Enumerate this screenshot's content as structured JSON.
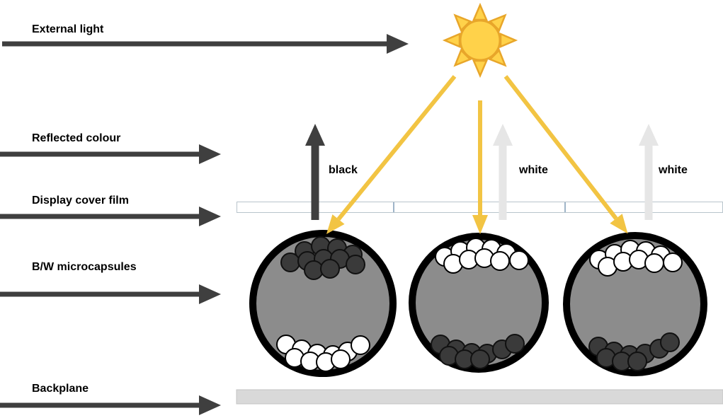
{
  "diagram": {
    "labels": {
      "external_light": "External light",
      "reflected_colour": "Reflected colour",
      "display_cover_film": "Display cover film",
      "bw_microcapsules": "B/W microcapsules",
      "backplane": "Backplane"
    },
    "annotations": {
      "capsule_1_reflection": "black",
      "capsule_2_reflection": "white",
      "capsule_3_reflection": "white"
    },
    "colors": {
      "label_arrow": "#3F3F3F",
      "sun_fill": "#FFD24A",
      "sun_outline": "#E8A62A",
      "light_ray_arrow": "#F2C443",
      "black_reflection_arrow": "#3F3F3F",
      "white_reflection_arrow": "#E6E6E6",
      "capsule_fill": "#8C8C8C",
      "capsule_outline": "#000000",
      "dark_particle": "#3A3A3A",
      "white_particle": "#FFFFFF",
      "film_fill": "#FFFFFF",
      "film_border": "#B8C4CC",
      "film_divider": "#7E9BB5",
      "backplane_fill": "#D9D9D9"
    }
  }
}
